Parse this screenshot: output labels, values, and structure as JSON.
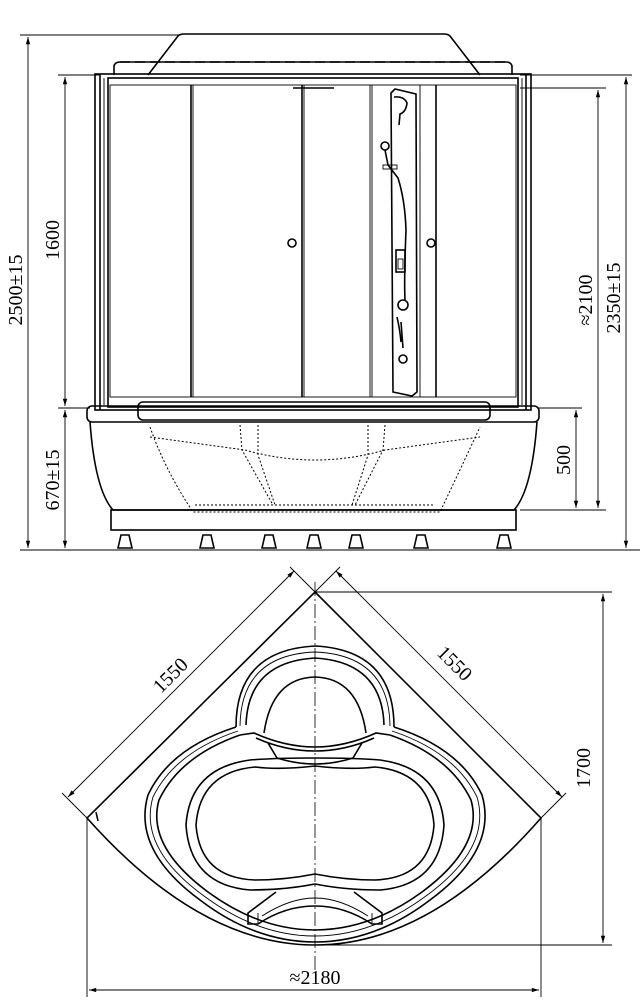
{
  "front_view": {
    "dims": {
      "total_height": "2500±15",
      "cabin_height": "1600",
      "base_height": "670±15",
      "inner_height": "≈2100",
      "frame_height": "2350±15",
      "tub_height": "500"
    }
  },
  "top_view": {
    "dims": {
      "side_left": "1550",
      "side_right": "1550",
      "depth": "1700",
      "width": "≈2180"
    }
  }
}
